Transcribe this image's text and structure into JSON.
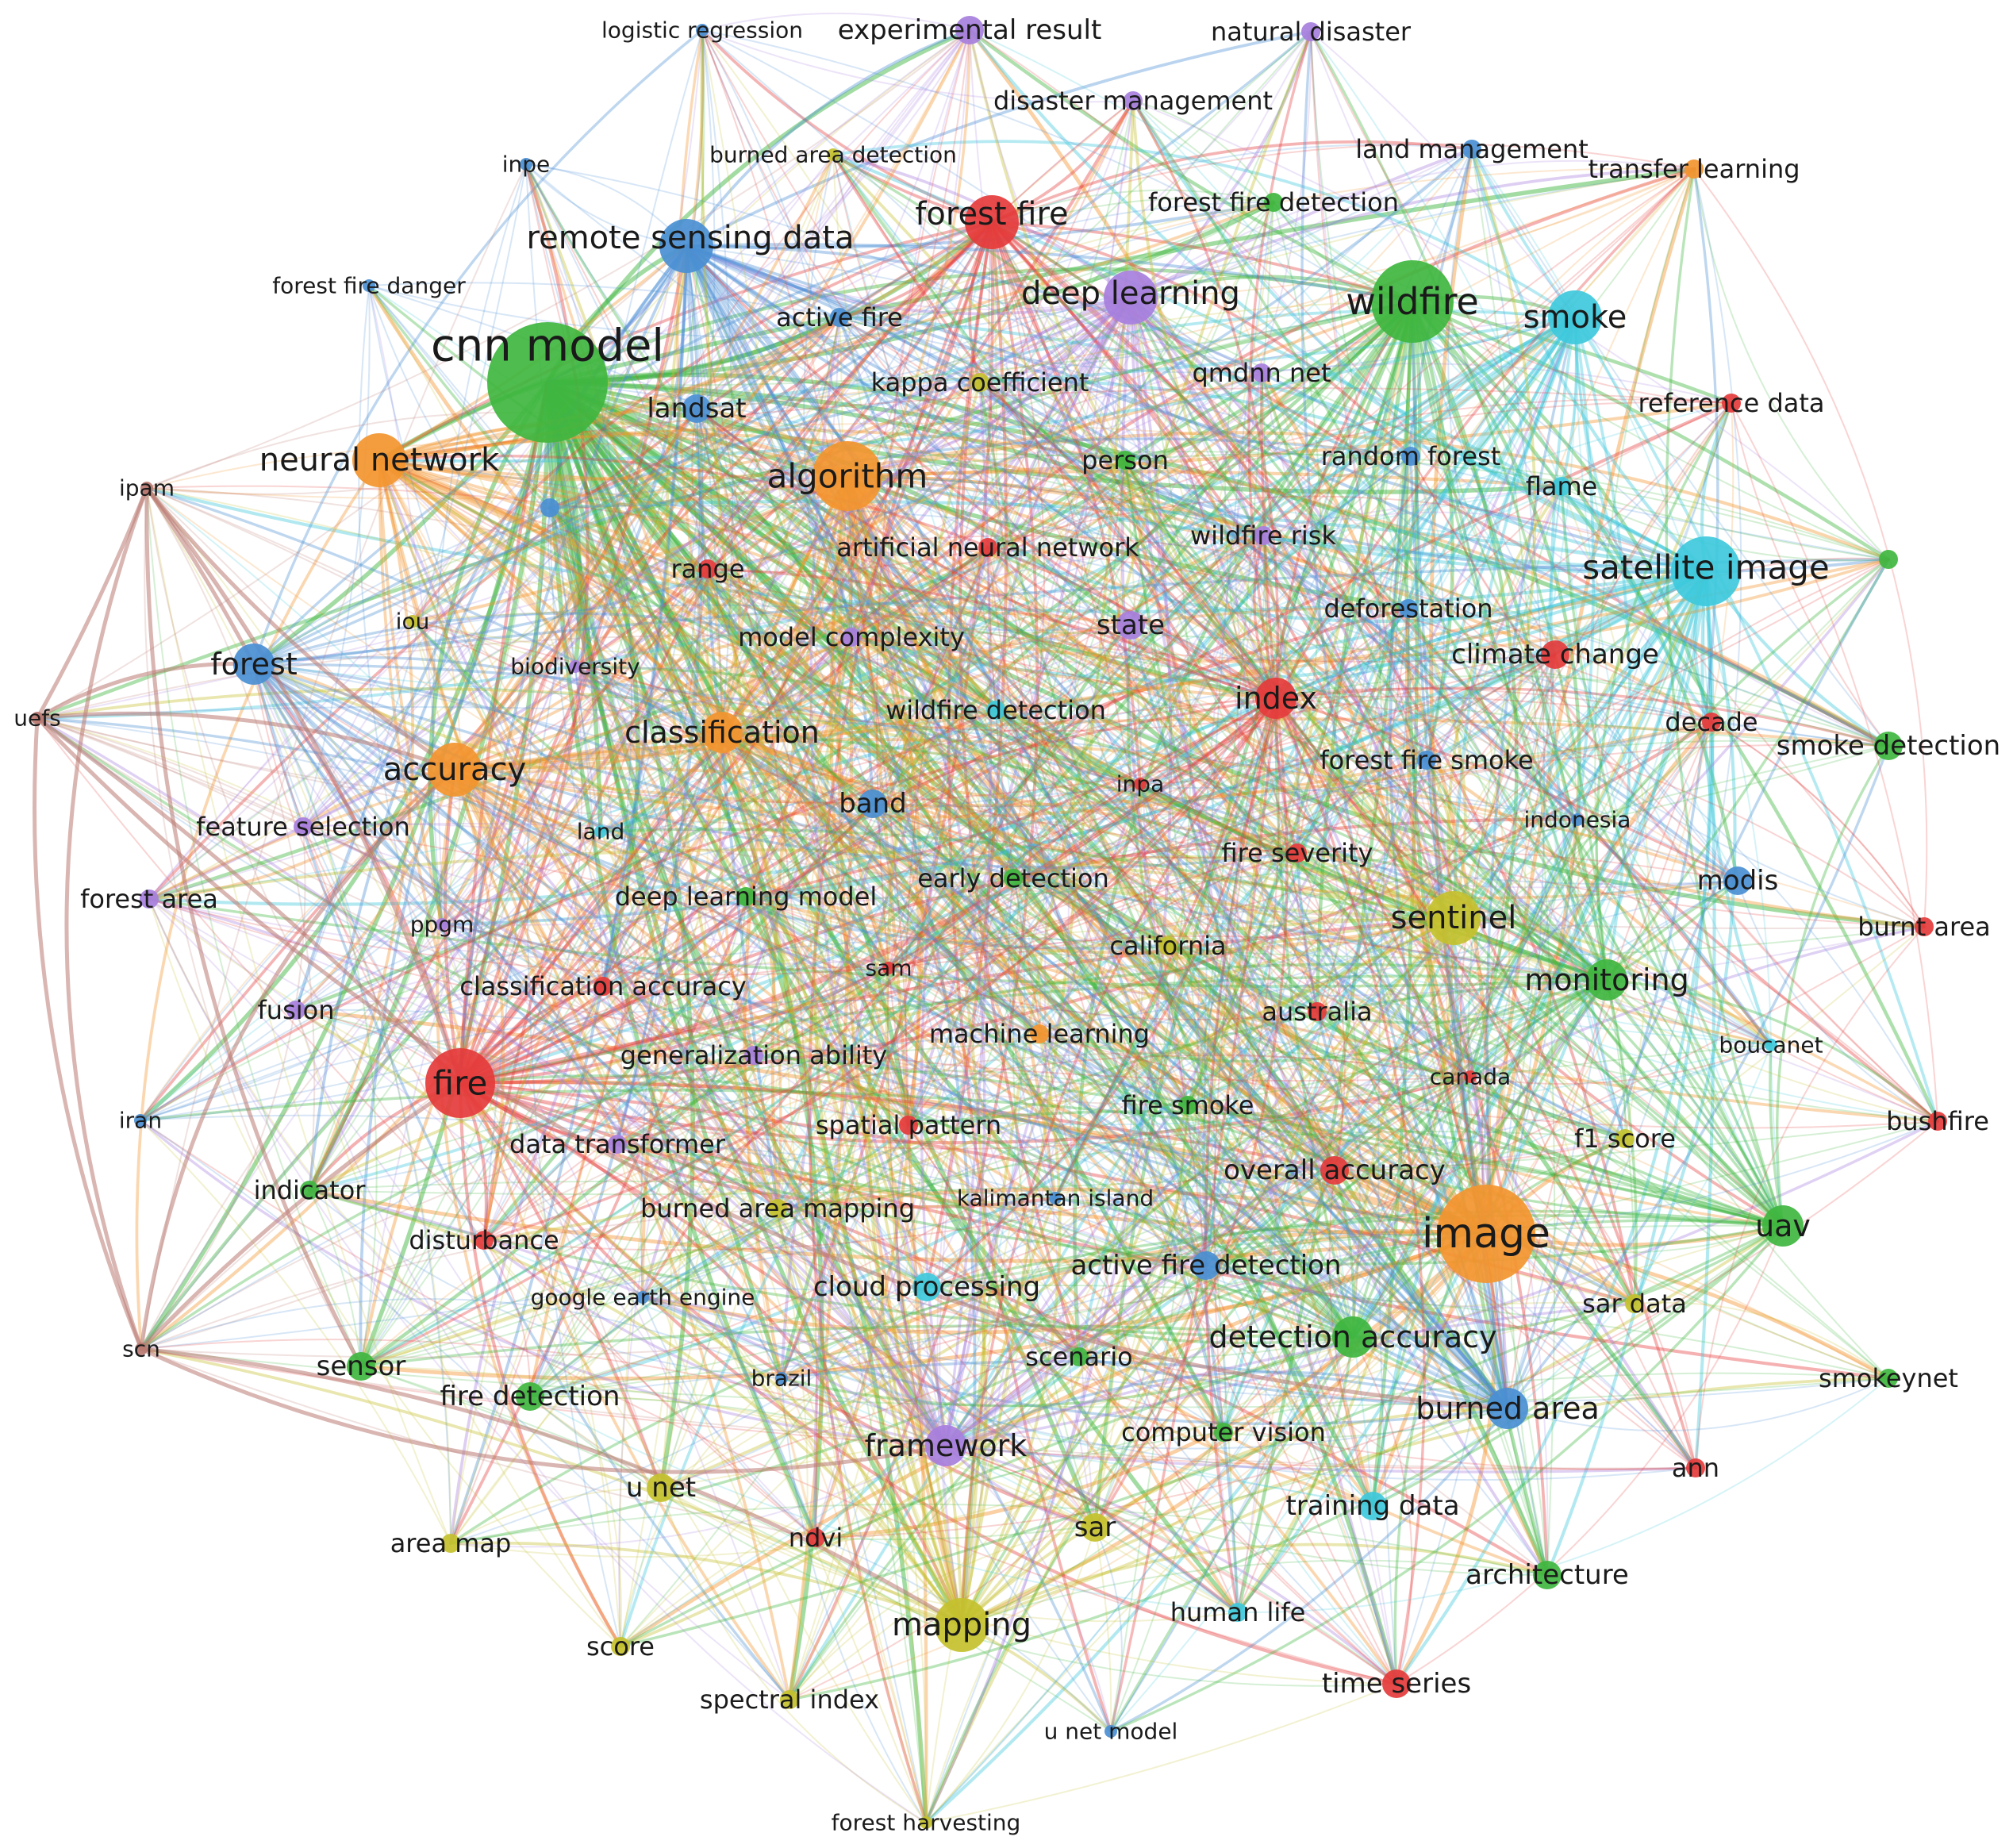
{
  "clusters": {
    "red": "#e53b3b",
    "green": "#3fb63f",
    "blue": "#4a8fd4",
    "yellow": "#c4c12e",
    "purple": "#a77fdd",
    "cyan": "#3ec9dc",
    "orange": "#f3952f",
    "brown": "#b97a72"
  },
  "nodes": [
    {
      "id": "cnn-model",
      "label": "cnn model",
      "cluster": "green",
      "weight": 10
    },
    {
      "id": "wildfire",
      "label": "wildfire",
      "cluster": "green",
      "weight": 7
    },
    {
      "id": "image",
      "label": "image",
      "cluster": "orange",
      "weight": 8
    },
    {
      "id": "algorithm",
      "label": "algorithm",
      "cluster": "orange",
      "weight": 6
    },
    {
      "id": "fire",
      "label": "fire",
      "cluster": "red",
      "weight": 6
    },
    {
      "id": "forest-fire",
      "label": "forest fire",
      "cluster": "red",
      "weight": 5
    },
    {
      "id": "satellite-image",
      "label": "satellite image",
      "cluster": "cyan",
      "weight": 6
    },
    {
      "id": "deep-learning",
      "label": "deep learning",
      "cluster": "purple",
      "weight": 5
    },
    {
      "id": "remote-sensing-data",
      "label": "remote sensing data",
      "cluster": "blue",
      "weight": 5
    },
    {
      "id": "accuracy",
      "label": "accuracy",
      "cluster": "orange",
      "weight": 5
    },
    {
      "id": "neural-network",
      "label": "neural network",
      "cluster": "orange",
      "weight": 5
    },
    {
      "id": "smoke",
      "label": "smoke",
      "cluster": "cyan",
      "weight": 5
    },
    {
      "id": "sentinel",
      "label": "sentinel",
      "cluster": "yellow",
      "weight": 5
    },
    {
      "id": "mapping",
      "label": "mapping",
      "cluster": "yellow",
      "weight": 5
    },
    {
      "id": "forest",
      "label": "forest",
      "cluster": "blue",
      "weight": 4
    },
    {
      "id": "classification",
      "label": "classification",
      "cluster": "orange",
      "weight": 4
    },
    {
      "id": "detection-accuracy",
      "label": "detection accuracy",
      "cluster": "green",
      "weight": 4
    },
    {
      "id": "monitoring",
      "label": "monitoring",
      "cluster": "green",
      "weight": 4
    },
    {
      "id": "burned-area",
      "label": "burned area",
      "cluster": "blue",
      "weight": 4
    },
    {
      "id": "framework",
      "label": "framework",
      "cluster": "purple",
      "weight": 4
    },
    {
      "id": "architecture",
      "label": "architecture",
      "cluster": "green",
      "weight": 3
    },
    {
      "id": "uav",
      "label": "uav",
      "cluster": "green",
      "weight": 4
    },
    {
      "id": "index",
      "label": "index",
      "cluster": "red",
      "weight": 4
    },
    {
      "id": "band",
      "label": "band",
      "cluster": "blue",
      "weight": 3
    },
    {
      "id": "state",
      "label": "state",
      "cluster": "purple",
      "weight": 3
    },
    {
      "id": "landsat",
      "label": "landsat",
      "cluster": "blue",
      "weight": 3
    },
    {
      "id": "experimental-result",
      "label": "experimental result",
      "cluster": "purple",
      "weight": 3
    },
    {
      "id": "sensor",
      "label": "sensor",
      "cluster": "green",
      "weight": 3
    },
    {
      "id": "fire-detection",
      "label": "fire detection",
      "cluster": "green",
      "weight": 3
    },
    {
      "id": "sar",
      "label": "sar",
      "cluster": "yellow",
      "weight": 3
    },
    {
      "id": "u-net",
      "label": "u net",
      "cluster": "yellow",
      "weight": 3
    },
    {
      "id": "training-data",
      "label": "training data",
      "cluster": "cyan",
      "weight": 3
    },
    {
      "id": "time-series",
      "label": "time series",
      "cluster": "red",
      "weight": 3
    },
    {
      "id": "cloud-processing",
      "label": "cloud processing",
      "cluster": "cyan",
      "weight": 3
    },
    {
      "id": "overall-accuracy",
      "label": "overall accuracy",
      "cluster": "red",
      "weight": 3
    },
    {
      "id": "active-fire-detection",
      "label": "active fire detection",
      "cluster": "blue",
      "weight": 3
    },
    {
      "id": "modis",
      "label": "modis",
      "cluster": "blue",
      "weight": 3
    },
    {
      "id": "smoke-detection",
      "label": "smoke detection",
      "cluster": "green",
      "weight": 3
    },
    {
      "id": "climate-change",
      "label": "climate change",
      "cluster": "red",
      "weight": 3
    },
    {
      "id": "disturbance",
      "label": "disturbance",
      "cluster": "red",
      "weight": 2
    },
    {
      "id": "forest-fire-detection",
      "label": "forest fire detection",
      "cluster": "green",
      "weight": 2
    },
    {
      "id": "machine-learning",
      "label": "machine learning",
      "cluster": "orange",
      "weight": 2
    },
    {
      "id": "deep-learning-model",
      "label": "deep learning model",
      "cluster": "green",
      "weight": 2
    },
    {
      "id": "scenario",
      "label": "scenario",
      "cluster": "green",
      "weight": 2
    },
    {
      "id": "f1-score",
      "label": "f1 score",
      "cluster": "yellow",
      "weight": 2
    },
    {
      "id": "australia",
      "label": "australia",
      "cluster": "red",
      "weight": 2
    },
    {
      "id": "artificial-neural-network",
      "label": "artificial neural network",
      "cluster": "red",
      "weight": 2
    },
    {
      "id": "active-fire",
      "label": "active fire",
      "cluster": "blue",
      "weight": 2
    },
    {
      "id": "range",
      "label": "range",
      "cluster": "red",
      "weight": 2
    },
    {
      "id": "feature-selection",
      "label": "feature selection",
      "cluster": "purple",
      "weight": 2
    },
    {
      "id": "area-map",
      "label": "area map",
      "cluster": "yellow",
      "weight": 2
    },
    {
      "id": "spectral-index",
      "label": "spectral index",
      "cluster": "yellow",
      "weight": 2
    },
    {
      "id": "ndvi",
      "label": "ndvi",
      "cluster": "red",
      "weight": 2
    },
    {
      "id": "sar-data",
      "label": "sar data",
      "cluster": "yellow",
      "weight": 2
    },
    {
      "id": "smokeynet",
      "label": "smokeynet",
      "cluster": "green",
      "weight": 2
    },
    {
      "id": "ann",
      "label": "ann",
      "cluster": "red",
      "weight": 2
    },
    {
      "id": "burnt-area",
      "label": "burnt area",
      "cluster": "red",
      "weight": 2
    },
    {
      "id": "bushfire",
      "label": "bushfire",
      "cluster": "red",
      "weight": 2
    },
    {
      "id": "decade",
      "label": "decade",
      "cluster": "red",
      "weight": 2
    },
    {
      "id": "reference-data",
      "label": "reference data",
      "cluster": "red",
      "weight": 2
    },
    {
      "id": "land-management",
      "label": "land management",
      "cluster": "blue",
      "weight": 2
    },
    {
      "id": "transfer-learning",
      "label": "transfer learning",
      "cluster": "orange",
      "weight": 2
    },
    {
      "id": "natural-disaster",
      "label": "natural disaster",
      "cluster": "purple",
      "weight": 2
    },
    {
      "id": "disaster-management",
      "label": "disaster management",
      "cluster": "purple",
      "weight": 2
    },
    {
      "id": "logistic-regression",
      "label": "logistic regression",
      "cluster": "blue",
      "weight": 1
    },
    {
      "id": "burned-area-detection",
      "label": "burned area detection",
      "cluster": "yellow",
      "weight": 1
    },
    {
      "id": "inpe",
      "label": "inpe",
      "cluster": "blue",
      "weight": 1
    },
    {
      "id": "forest-fire-danger",
      "label": "forest fire danger",
      "cluster": "blue",
      "weight": 1
    },
    {
      "id": "kappa-coefficient",
      "label": "kappa coefficient",
      "cluster": "yellow",
      "weight": 2
    },
    {
      "id": "qmdnn-net",
      "label": "qmdnn net",
      "cluster": "purple",
      "weight": 2
    },
    {
      "id": "person",
      "label": "person",
      "cluster": "green",
      "weight": 2
    },
    {
      "id": "random-forest",
      "label": "random forest",
      "cluster": "blue",
      "weight": 2
    },
    {
      "id": "flame",
      "label": "flame",
      "cluster": "cyan",
      "weight": 2
    },
    {
      "id": "wildfire-risk",
      "label": "wildfire risk",
      "cluster": "purple",
      "weight": 2
    },
    {
      "id": "deforestation",
      "label": "deforestation",
      "cluster": "blue",
      "weight": 2
    },
    {
      "id": "forest-fire-smoke",
      "label": "forest fire smoke",
      "cluster": "blue",
      "weight": 2
    },
    {
      "id": "indonesia",
      "label": "indonesia",
      "cluster": "blue",
      "weight": 1
    },
    {
      "id": "boucanet",
      "label": "boucanet",
      "cluster": "cyan",
      "weight": 1
    },
    {
      "id": "canada",
      "label": "canada",
      "cluster": "red",
      "weight": 1
    },
    {
      "id": "iou",
      "label": "iou",
      "cluster": "yellow",
      "weight": 1
    },
    {
      "id": "biodiversity",
      "label": "biodiversity",
      "cluster": "purple",
      "weight": 1
    },
    {
      "id": "model-complexity",
      "label": "model complexity",
      "cluster": "purple",
      "weight": 2
    },
    {
      "id": "wildfire-detection",
      "label": "wildfire detection",
      "cluster": "cyan",
      "weight": 2
    },
    {
      "id": "land",
      "label": "land",
      "cluster": "cyan",
      "weight": 1
    },
    {
      "id": "inpa",
      "label": "inpa",
      "cluster": "red",
      "weight": 1
    },
    {
      "id": "fire-severity",
      "label": "fire severity",
      "cluster": "red",
      "weight": 2
    },
    {
      "id": "early-detection",
      "label": "early detection",
      "cluster": "green",
      "weight": 2
    },
    {
      "id": "california",
      "label": "california",
      "cluster": "yellow",
      "weight": 2
    },
    {
      "id": "sam",
      "label": "sam",
      "cluster": "red",
      "weight": 1
    },
    {
      "id": "classification-accuracy",
      "label": "classification accuracy",
      "cluster": "red",
      "weight": 2
    },
    {
      "id": "generalization-ability",
      "label": "generalization ability",
      "cluster": "purple",
      "weight": 2
    },
    {
      "id": "spatial-pattern",
      "label": "spatial pattern",
      "cluster": "red",
      "weight": 2
    },
    {
      "id": "fire-smoke",
      "label": "fire smoke",
      "cluster": "green",
      "weight": 2
    },
    {
      "id": "kalimantan-island",
      "label": "kalimantan island",
      "cluster": "blue",
      "weight": 1
    },
    {
      "id": "data-transformer",
      "label": "data transformer",
      "cluster": "purple",
      "weight": 2
    },
    {
      "id": "burned-area-mapping",
      "label": "burned area mapping",
      "cluster": "yellow",
      "weight": 2
    },
    {
      "id": "google-earth-engine",
      "label": "google earth engine",
      "cluster": "blue",
      "weight": 1
    },
    {
      "id": "brazil",
      "label": "brazil",
      "cluster": "blue",
      "weight": 1
    },
    {
      "id": "computer-vision",
      "label": "computer vision",
      "cluster": "green",
      "weight": 2
    },
    {
      "id": "human-life",
      "label": "human life",
      "cluster": "cyan",
      "weight": 2
    },
    {
      "id": "u-net-model",
      "label": "u net model",
      "cluster": "blue",
      "weight": 1
    },
    {
      "id": "score",
      "label": "score",
      "cluster": "yellow",
      "weight": 2
    },
    {
      "id": "forest-harvesting",
      "label": "forest harvesting",
      "cluster": "yellow",
      "weight": 1
    },
    {
      "id": "fusion",
      "label": "fusion",
      "cluster": "purple",
      "weight": 2
    },
    {
      "id": "ppgm",
      "label": "ppgm",
      "cluster": "purple",
      "weight": 1
    },
    {
      "id": "forest-area",
      "label": "forest area",
      "cluster": "purple",
      "weight": 2
    },
    {
      "id": "iran",
      "label": "iran",
      "cluster": "blue",
      "weight": 1
    },
    {
      "id": "indicator",
      "label": "indicator",
      "cluster": "green",
      "weight": 2
    },
    {
      "id": "ipam",
      "label": "ipam",
      "cluster": "brown",
      "weight": 1
    },
    {
      "id": "uefs",
      "label": "uefs",
      "cluster": "brown",
      "weight": 1
    },
    {
      "id": "scn",
      "label": "scn",
      "cluster": "brown",
      "weight": 1
    },
    {
      "id": "unlabeled-blue",
      "label": "",
      "cluster": "blue",
      "weight": 2
    },
    {
      "id": "unlabeled-green",
      "label": "",
      "cluster": "green",
      "weight": 2
    }
  ]
}
